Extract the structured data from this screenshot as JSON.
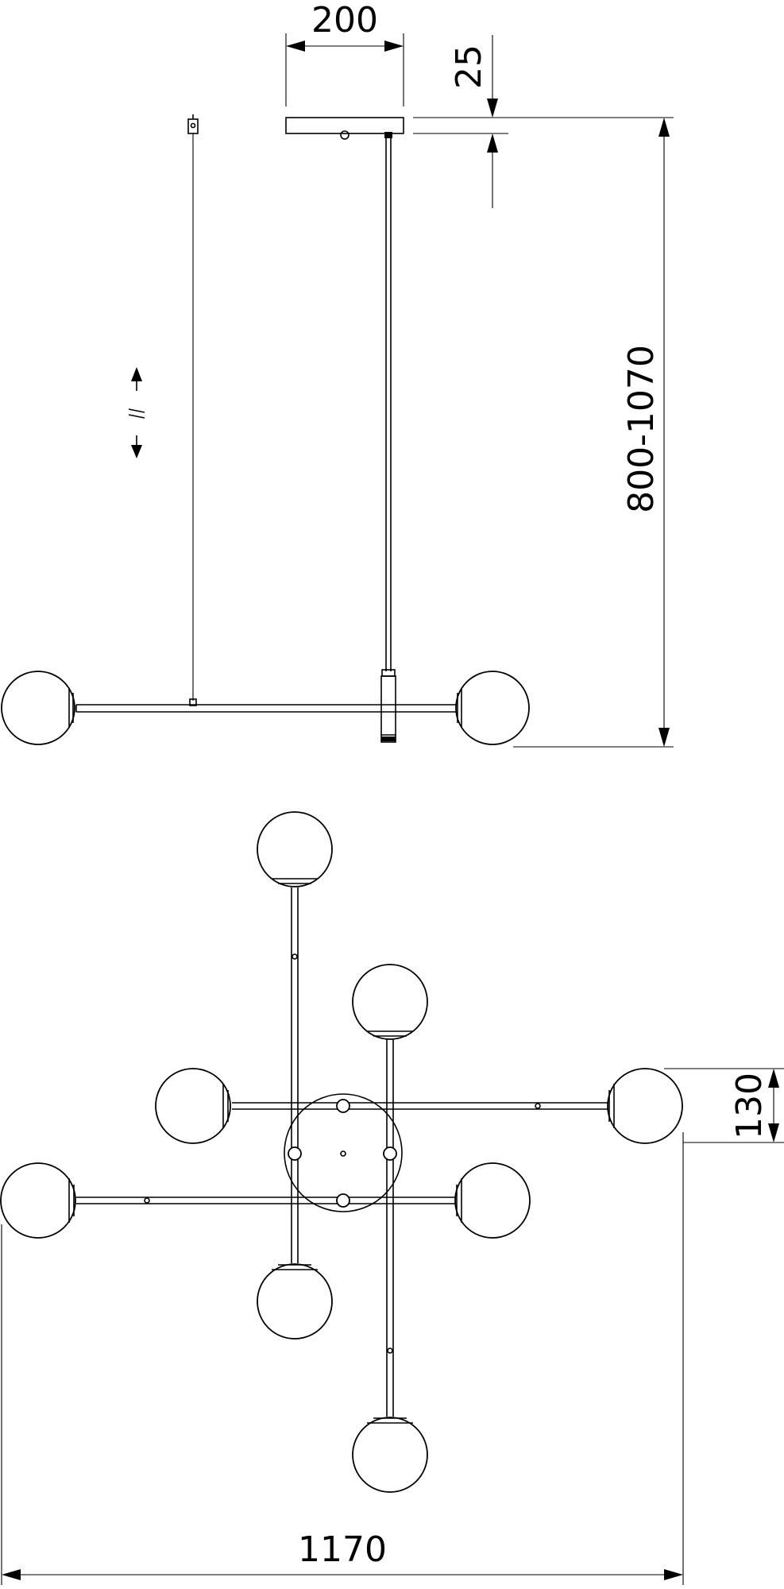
{
  "drawing": {
    "dimensions": {
      "canopy_width": "200",
      "canopy_height": "25",
      "drop_height": "800-1070",
      "globe_diameter": "130",
      "total_width": "1170"
    },
    "adjustable_symbol": "↕",
    "colors": {
      "line": "#000000",
      "background": "#ffffff"
    }
  }
}
